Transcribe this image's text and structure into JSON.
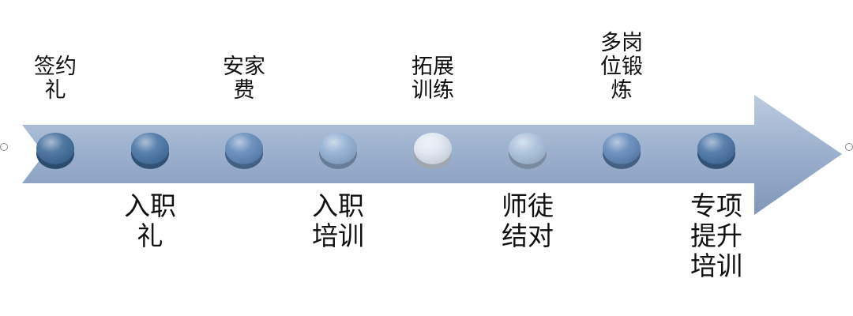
{
  "timeline": {
    "arrow_colors": {
      "light": "#bccbe0",
      "mid": "#9db2cf",
      "dark": "#7f96b8"
    },
    "milestones": [
      {
        "label": "签约\n礼",
        "position": "top",
        "color": "#3d6a98"
      },
      {
        "label": "入职\n礼",
        "position": "bottom",
        "color": "#4672a3"
      },
      {
        "label": "安家\n费",
        "position": "top",
        "color": "#5f87b8"
      },
      {
        "label": "入职\n培训",
        "position": "bottom",
        "color": "#8eaed2"
      },
      {
        "label": "拓展\n训练",
        "position": "top",
        "color": "#dde6f0"
      },
      {
        "label": "师徒\n结对",
        "position": "bottom",
        "color": "#a7bfdc"
      },
      {
        "label": "多岗\n位锻\n炼",
        "position": "top",
        "color": "#5f87b8"
      },
      {
        "label": "专项\n提升\n培训",
        "position": "bottom",
        "color": "#4672a3"
      }
    ]
  }
}
